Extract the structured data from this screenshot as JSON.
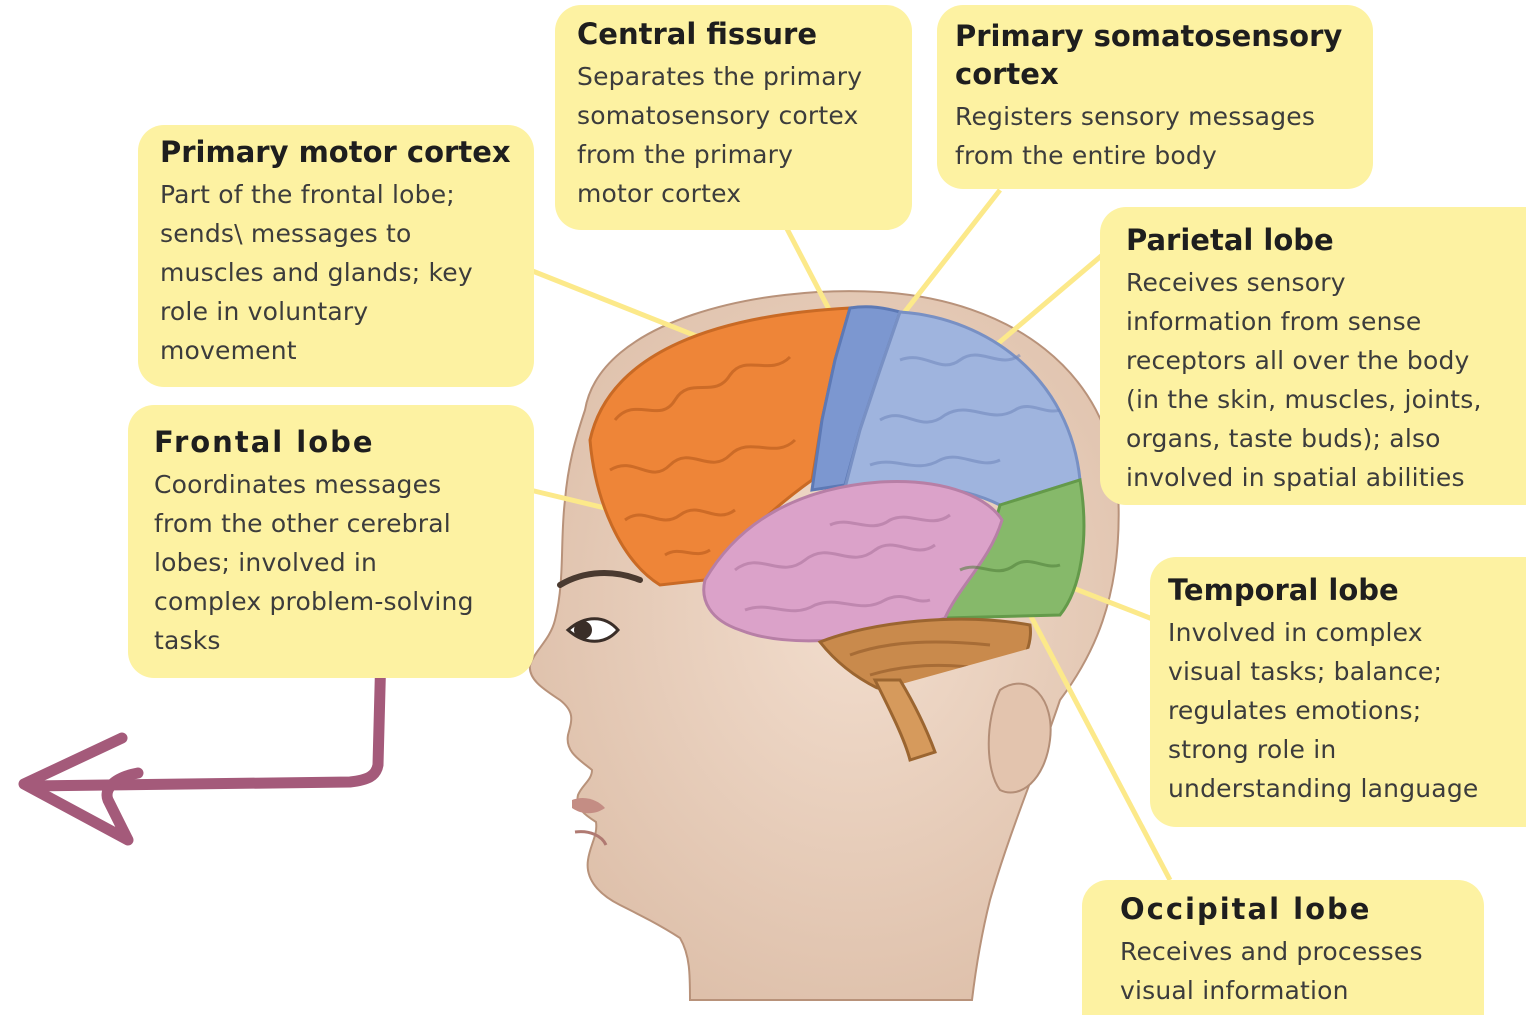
{
  "colors": {
    "callout_bg": "#fdf2a2",
    "frontal_lobe": "#ee8538",
    "parietal_lobe": "#9fb4de",
    "central_strip": "#7c97d0",
    "temporal_lobe": "#dba2c9",
    "occipital_lobe": "#86b96a",
    "cerebellum": "#c98a4c",
    "skin": "#ecd4c3",
    "annotation_arrow": "#a45a7a"
  },
  "callouts": {
    "central_fissure": {
      "title": "Central fissure",
      "lines": [
        "Separates the primary",
        "somatosensory cortex",
        "from the primary",
        "motor cortex"
      ]
    },
    "primary_somatosensory_cortex": {
      "title_lines": [
        "Primary somatosensory",
        "cortex"
      ],
      "lines": [
        "Registers sensory messages",
        "from the entire body"
      ]
    },
    "primary_motor_cortex": {
      "title": "Primary motor cortex",
      "lines": [
        "Part of the frontal lobe;",
        "sends\\ messages to",
        "muscles and glands; key",
        "role in voluntary",
        "movement"
      ]
    },
    "parietal_lobe": {
      "title": "Parietal lobe",
      "lines": [
        "Receives sensory",
        "information from sense",
        "receptors all over the body",
        "(in the skin, muscles, joints,",
        "organs, taste buds);  also",
        "involved in spatial abilities"
      ]
    },
    "frontal_lobe": {
      "title": "Frontal lobe",
      "lines": [
        "Coordinates messages",
        "from the other cerebral",
        "lobes;  involved in",
        "complex problem-solving",
        "tasks"
      ]
    },
    "temporal_lobe": {
      "title": "Temporal lobe",
      "lines": [
        "Involved in complex",
        "visual tasks; balance;",
        "regulates emotions;",
        "strong role in",
        "understanding language"
      ]
    },
    "occipital_lobe": {
      "title": "Occipital lobe",
      "lines": [
        "Receives and processes",
        "visual information"
      ]
    }
  }
}
